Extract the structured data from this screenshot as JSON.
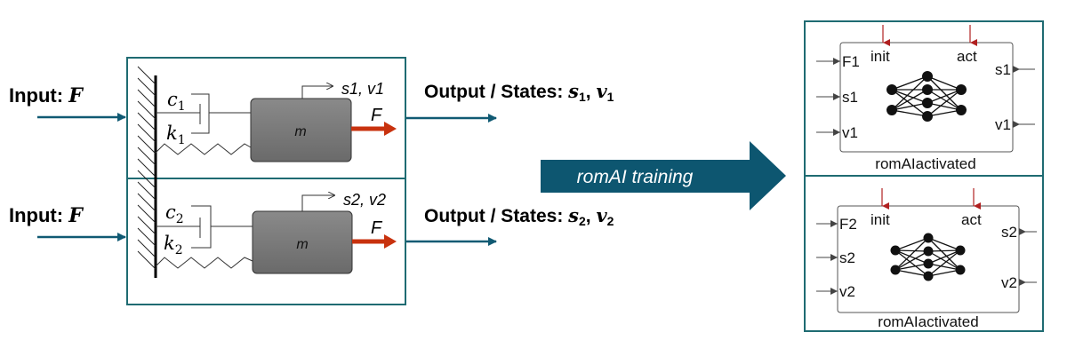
{
  "inputs": [
    {
      "prefix": "Input: ",
      "symbol": "F"
    },
    {
      "prefix": "Input: ",
      "symbol": "F"
    }
  ],
  "systems": [
    {
      "damper": "c",
      "damper_sub": "1",
      "spring": "k",
      "spring_sub": "1",
      "mass": "m",
      "force": "F",
      "states": "s1, v1"
    },
    {
      "damper": "c",
      "damper_sub": "2",
      "spring": "k",
      "spring_sub": "2",
      "mass": "m",
      "force": "F",
      "states": "s2, v2"
    }
  ],
  "outputs": [
    {
      "prefix": "Output / States: ",
      "s": "s",
      "s_sub": "1",
      "sep": ", ",
      "v": "v",
      "v_sub": "1"
    },
    {
      "prefix": "Output / States: ",
      "s": "s",
      "s_sub": "2",
      "sep": ", ",
      "v": "v",
      "v_sub": "2"
    }
  ],
  "training_arrow": {
    "label": "romAI training"
  },
  "blocks": [
    {
      "in_ports": [
        "F1",
        "s1",
        "v1"
      ],
      "top_ports": [
        "init",
        "act"
      ],
      "out_ports": [
        "s1",
        "v1"
      ],
      "name": "romAIactivated"
    },
    {
      "in_ports": [
        "F2",
        "s2",
        "v2"
      ],
      "top_ports": [
        "init",
        "act"
      ],
      "out_ports": [
        "s2",
        "v2"
      ],
      "name": "romAIactivated"
    }
  ],
  "colors": {
    "teal": "#1f6b72",
    "arrow_blue": "#105a73",
    "force_red": "#c8320e",
    "port_red": "#b02020",
    "mass_gray": "#7a7a7a"
  }
}
